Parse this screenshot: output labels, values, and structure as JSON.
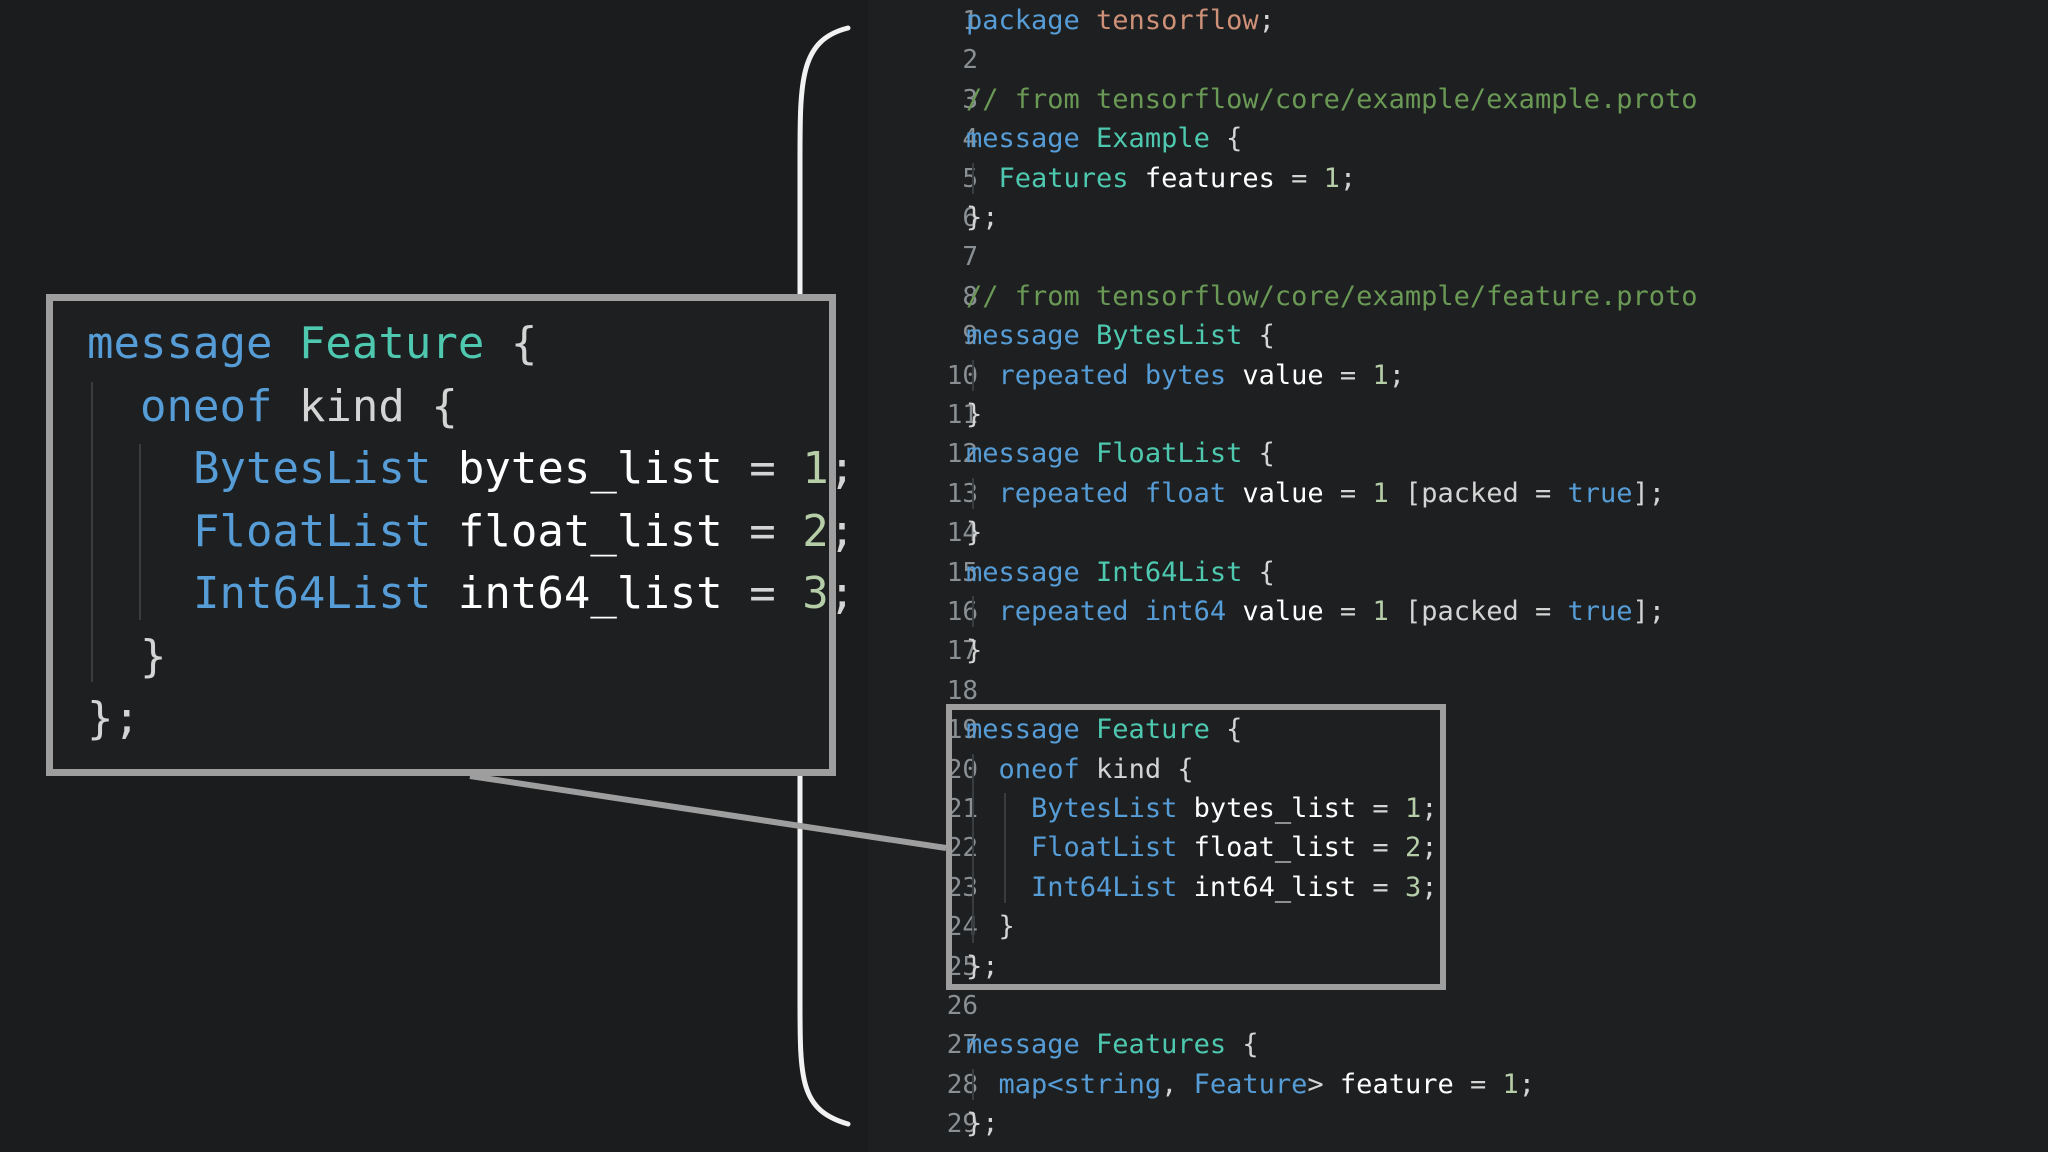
{
  "editor": {
    "line_numbers": [
      "1",
      "2",
      "3",
      "4",
      "5",
      "6",
      "7",
      "8",
      "9",
      "10",
      "11",
      "12",
      "13",
      "14",
      "15",
      "16",
      "17",
      "18",
      "19",
      "20",
      "21",
      "22",
      "23",
      "24",
      "25",
      "26",
      "27",
      "28",
      "29"
    ],
    "lines": [
      [
        {
          "t": "package ",
          "c": "kw"
        },
        {
          "t": "tensorflow",
          "c": "st"
        },
        {
          "t": ";",
          "c": "pn"
        }
      ],
      [],
      [
        {
          "t": "// from tensorflow/core/example/example.proto",
          "c": "cm"
        }
      ],
      [
        {
          "t": "message ",
          "c": "kw"
        },
        {
          "t": "Example",
          "c": "tp"
        },
        {
          "t": " {",
          "c": "pn"
        }
      ],
      [
        {
          "t": "  "
        },
        {
          "t": "Features",
          "c": "tp"
        },
        {
          "t": " features",
          "c": "id"
        },
        {
          "t": " = ",
          "c": "pn"
        },
        {
          "t": "1",
          "c": "nm"
        },
        {
          "t": ";",
          "c": "pn"
        }
      ],
      [
        {
          "t": "};",
          "c": "pn"
        }
      ],
      [],
      [
        {
          "t": "// from tensorflow/core/example/feature.proto",
          "c": "cm"
        }
      ],
      [
        {
          "t": "message ",
          "c": "kw"
        },
        {
          "t": "BytesList",
          "c": "tp"
        },
        {
          "t": " {",
          "c": "pn"
        }
      ],
      [
        {
          "t": "  "
        },
        {
          "t": "repeated ",
          "c": "kw"
        },
        {
          "t": "bytes",
          "c": "kw"
        },
        {
          "t": " value",
          "c": "id"
        },
        {
          "t": " = ",
          "c": "pn"
        },
        {
          "t": "1",
          "c": "nm"
        },
        {
          "t": ";",
          "c": "pn"
        }
      ],
      [
        {
          "t": "}",
          "c": "pn"
        }
      ],
      [
        {
          "t": "message ",
          "c": "kw"
        },
        {
          "t": "FloatList",
          "c": "tp"
        },
        {
          "t": " {",
          "c": "pn"
        }
      ],
      [
        {
          "t": "  "
        },
        {
          "t": "repeated ",
          "c": "kw"
        },
        {
          "t": "float",
          "c": "kw"
        },
        {
          "t": " value",
          "c": "id"
        },
        {
          "t": " = ",
          "c": "pn"
        },
        {
          "t": "1",
          "c": "nm"
        },
        {
          "t": " [packed = ",
          "c": "pn"
        },
        {
          "t": "true",
          "c": "kw"
        },
        {
          "t": "];",
          "c": "pn"
        }
      ],
      [
        {
          "t": "}",
          "c": "pn"
        }
      ],
      [
        {
          "t": "message ",
          "c": "kw"
        },
        {
          "t": "Int64List",
          "c": "tp"
        },
        {
          "t": " {",
          "c": "pn"
        }
      ],
      [
        {
          "t": "  "
        },
        {
          "t": "repeated ",
          "c": "kw"
        },
        {
          "t": "int64",
          "c": "kw"
        },
        {
          "t": " value",
          "c": "id"
        },
        {
          "t": " = ",
          "c": "pn"
        },
        {
          "t": "1",
          "c": "nm"
        },
        {
          "t": " [packed = ",
          "c": "pn"
        },
        {
          "t": "true",
          "c": "kw"
        },
        {
          "t": "];",
          "c": "pn"
        }
      ],
      [
        {
          "t": "}",
          "c": "pn"
        }
      ],
      [],
      [
        {
          "t": "message ",
          "c": "kw"
        },
        {
          "t": "Feature",
          "c": "tp"
        },
        {
          "t": " {",
          "c": "pn"
        }
      ],
      [
        {
          "t": "  "
        },
        {
          "t": "oneof",
          "c": "kw"
        },
        {
          "t": " kind {",
          "c": "pn"
        }
      ],
      [
        {
          "t": "    "
        },
        {
          "t": "BytesList",
          "c": "kw"
        },
        {
          "t": " bytes_list",
          "c": "id"
        },
        {
          "t": " = ",
          "c": "pn"
        },
        {
          "t": "1",
          "c": "nm"
        },
        {
          "t": ";",
          "c": "pn"
        }
      ],
      [
        {
          "t": "    "
        },
        {
          "t": "FloatList",
          "c": "kw"
        },
        {
          "t": " float_list",
          "c": "id"
        },
        {
          "t": " = ",
          "c": "pn"
        },
        {
          "t": "2",
          "c": "nm"
        },
        {
          "t": ";",
          "c": "pn"
        }
      ],
      [
        {
          "t": "    "
        },
        {
          "t": "Int64List",
          "c": "kw"
        },
        {
          "t": " int64_list",
          "c": "id"
        },
        {
          "t": " = ",
          "c": "pn"
        },
        {
          "t": "3",
          "c": "nm"
        },
        {
          "t": ";",
          "c": "pn"
        }
      ],
      [
        {
          "t": "  }",
          "c": "pn"
        }
      ],
      [
        {
          "t": "};",
          "c": "pn"
        }
      ],
      [],
      [
        {
          "t": "message ",
          "c": "kw"
        },
        {
          "t": "Features",
          "c": "tp"
        },
        {
          "t": " {",
          "c": "pn"
        }
      ],
      [
        {
          "t": "  "
        },
        {
          "t": "map<",
          "c": "kw"
        },
        {
          "t": "string",
          "c": "kw"
        },
        {
          "t": ", ",
          "c": "pn"
        },
        {
          "t": "Feature",
          "c": "kw"
        },
        {
          "t": ">",
          "c": "pn"
        },
        {
          "t": " feature",
          "c": "id"
        },
        {
          "t": " = ",
          "c": "pn"
        },
        {
          "t": "1",
          "c": "nm"
        },
        {
          "t": ";",
          "c": "pn"
        }
      ],
      [
        {
          "t": "};",
          "c": "pn"
        }
      ]
    ]
  },
  "zoom": {
    "lines": [
      [
        {
          "t": "message ",
          "c": "kw"
        },
        {
          "t": "Feature",
          "c": "tp"
        },
        {
          "t": " {",
          "c": "pn"
        }
      ],
      [
        {
          "t": "  "
        },
        {
          "t": "oneof",
          "c": "kw"
        },
        {
          "t": " kind {",
          "c": "pn"
        }
      ],
      [
        {
          "t": "    "
        },
        {
          "t": "BytesList",
          "c": "kw"
        },
        {
          "t": " bytes_list",
          "c": "id"
        },
        {
          "t": " = ",
          "c": "pn"
        },
        {
          "t": "1",
          "c": "nm"
        },
        {
          "t": ";",
          "c": "pn"
        }
      ],
      [
        {
          "t": "    "
        },
        {
          "t": "FloatList",
          "c": "kw"
        },
        {
          "t": " float_list",
          "c": "id"
        },
        {
          "t": " = ",
          "c": "pn"
        },
        {
          "t": "2",
          "c": "nm"
        },
        {
          "t": ";",
          "c": "pn"
        }
      ],
      [
        {
          "t": "    "
        },
        {
          "t": "Int64List",
          "c": "kw"
        },
        {
          "t": " int64_list",
          "c": "id"
        },
        {
          "t": " = ",
          "c": "pn"
        },
        {
          "t": "3",
          "c": "nm"
        },
        {
          "t": ";",
          "c": "pn"
        }
      ],
      [
        {
          "t": "  }",
          "c": "pn"
        }
      ],
      [
        {
          "t": "};",
          "c": "pn"
        }
      ]
    ]
  },
  "colors": {
    "background": "#1b1c1d",
    "keyword": "#569cd6",
    "type": "#4ec9b0",
    "string": "#ce9178",
    "comment": "#6a9955",
    "number": "#b5cea8",
    "frame": "#9e9e9e"
  }
}
